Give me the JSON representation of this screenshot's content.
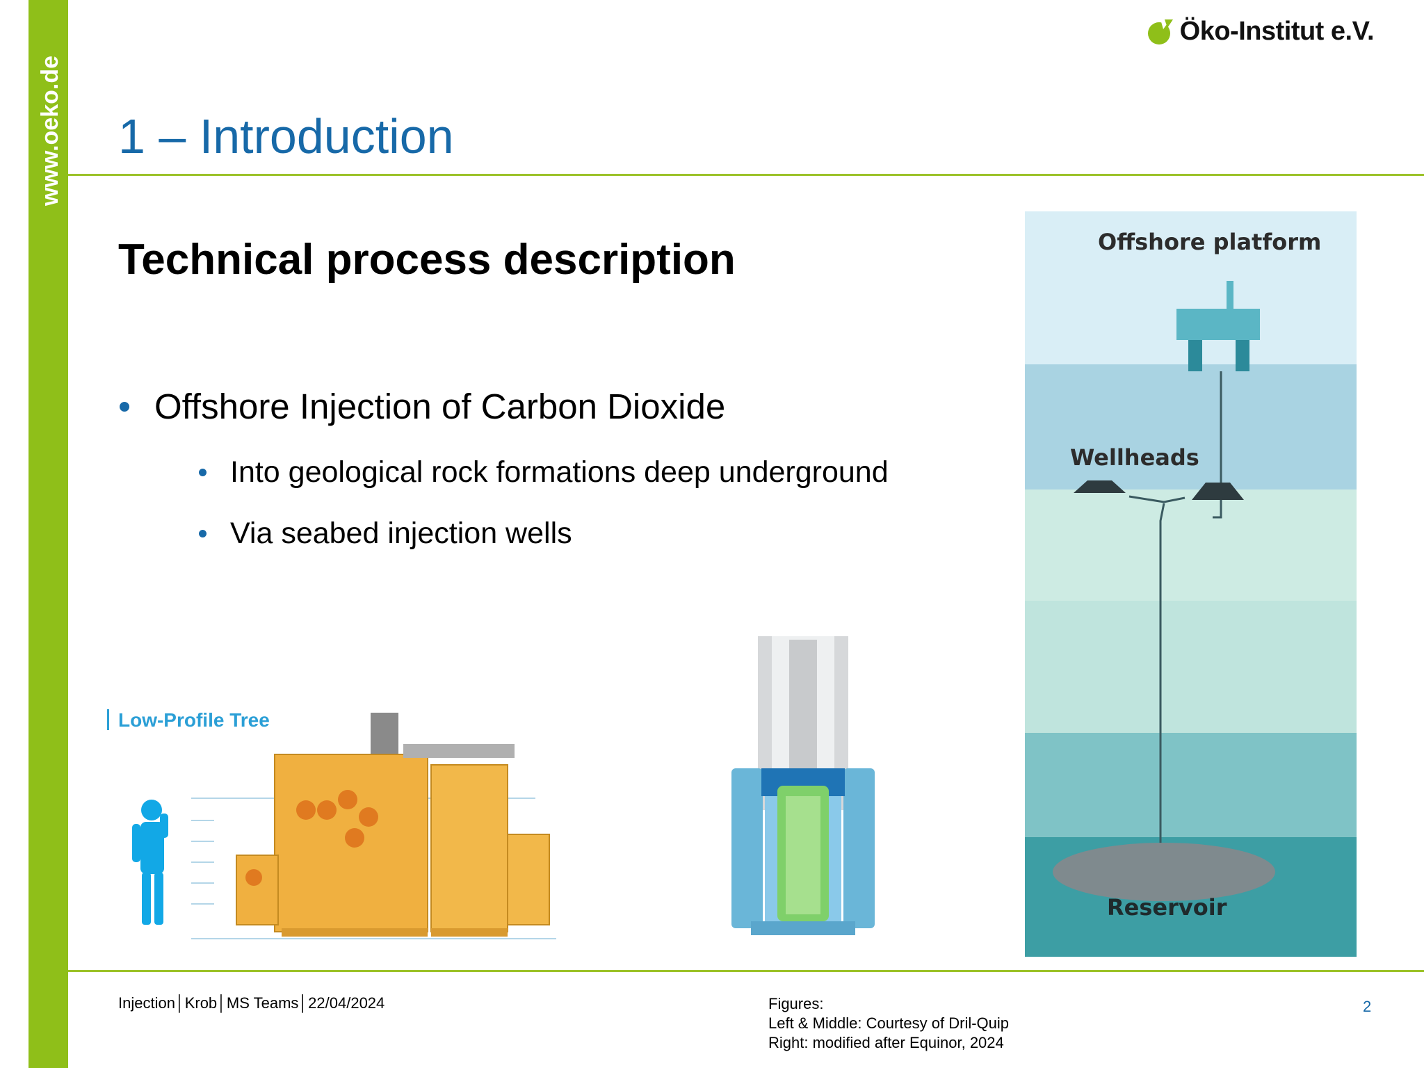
{
  "sidebar": {
    "url": "www.oeko.de"
  },
  "logo": {
    "text": "Öko-Institut e.V."
  },
  "title": "1 – Introduction",
  "subtitle": "Technical process description",
  "bullets": {
    "main": "Offshore Injection of Carbon Dioxide",
    "sub": [
      "Into geological rock formations deep underground",
      "Via seabed injection wells"
    ]
  },
  "figures": {
    "left": {
      "label": "Low-Profile Tree"
    },
    "right": {
      "labels": [
        "Offshore platform",
        "Wellheads",
        "Reservoir"
      ]
    }
  },
  "footer": {
    "meta": "Injection│Krob│MS Teams│22/04/2024",
    "figures_heading": "Figures:",
    "figures_lines": [
      "Left & Middle: Courtesy of Dril-Quip",
      "Right: modified after Equinor, 2024"
    ],
    "page_number": "2"
  },
  "colors": {
    "accent_green": "#8fbf19",
    "title_blue": "#1769a8",
    "tree_orange": "#f0b040"
  }
}
